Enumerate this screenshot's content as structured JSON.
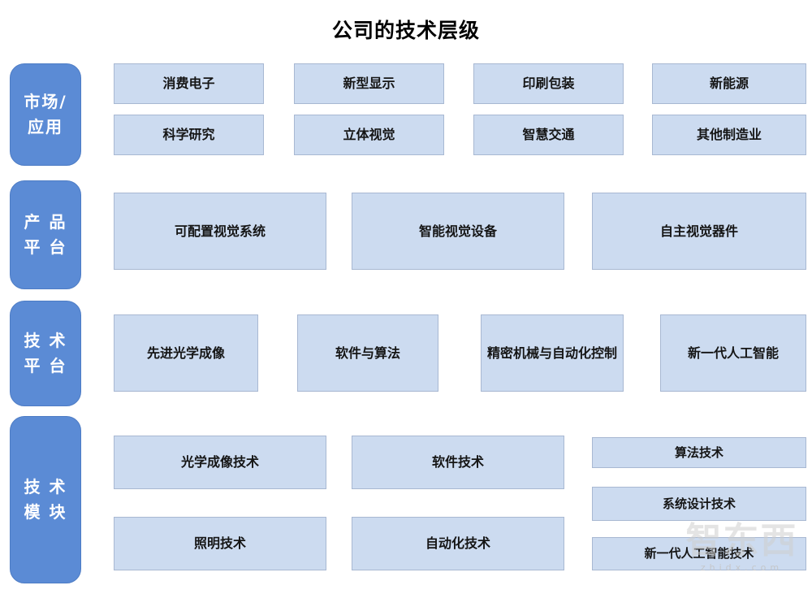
{
  "title": "公司的技术层级",
  "colors": {
    "label_blue": "#5B8BD5",
    "box_fill": "#CCDBF0",
    "box_border": "#A8B8D2",
    "text": "#151515"
  },
  "market": {
    "label": "市场/\n应用",
    "boxes": [
      "消费电子",
      "新型显示",
      "印刷包装",
      "新能源",
      "科学研究",
      "立体视觉",
      "智慧交通",
      "其他制造业"
    ]
  },
  "product": {
    "label": "产 品\n平 台",
    "boxes": [
      "可配置视觉系统",
      "智能视觉设备",
      "自主视觉器件"
    ]
  },
  "platform": {
    "label": "技 术\n平 台",
    "boxes": [
      "先进光学成像",
      "软件与算法",
      "精密机械与自动化控制",
      "新一代人工智能"
    ]
  },
  "module": {
    "label": "技 术\n模 块",
    "left_boxes": [
      "光学成像技术",
      "软件技术",
      "照明技术",
      "自动化技术"
    ],
    "right_boxes": [
      "算法技术",
      "系统设计技术",
      "新一代人工智能技术"
    ]
  },
  "watermark": {
    "logo_text": "智东西",
    "site_text": "zhidx.com"
  }
}
